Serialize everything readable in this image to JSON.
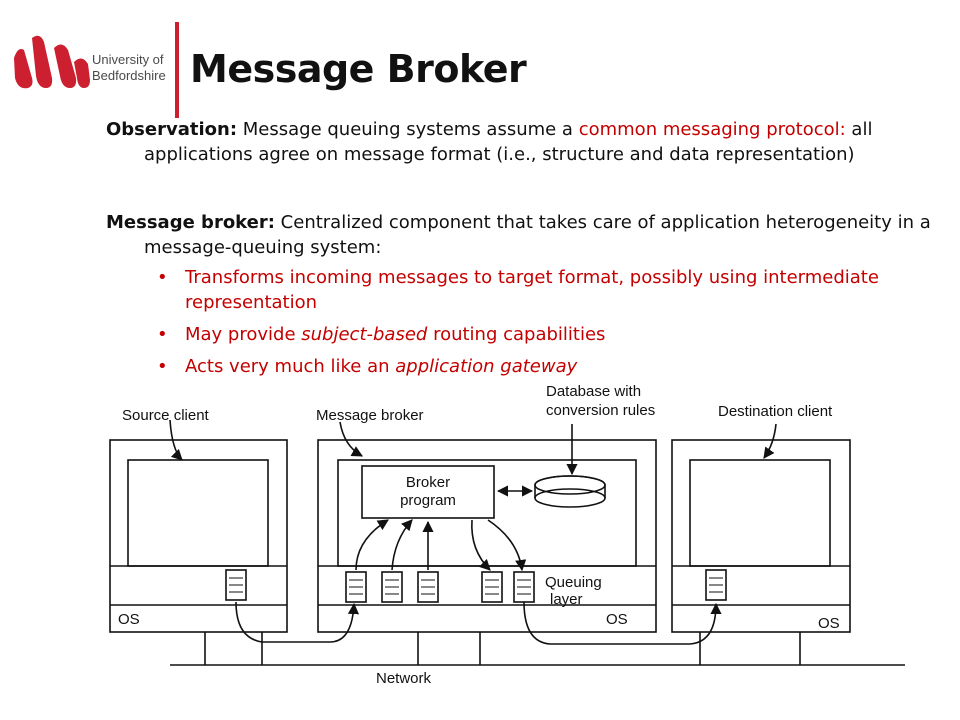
{
  "logo": {
    "line1": "University of",
    "line2": "Bedfordshire",
    "brand_color": "#cc1f2f"
  },
  "title": "Message Broker",
  "observation": {
    "label": "Observation:",
    "text1": " Message queuing systems assume a ",
    "highlight": "common messaging protocol:",
    "text2": " all applications agree on message format (i.e., structure and data representation)"
  },
  "broker": {
    "label": "Message broker:",
    "text": " Centralized component that takes care of application heterogeneity in a message-queuing system:"
  },
  "bullets": [
    {
      "text": "Transforms incoming messages to target format, possibly using intermediate representation"
    },
    {
      "pre": "May provide ",
      "em": "subject-based",
      "post": " routing capabilities"
    },
    {
      "pre": "Acts very much like an ",
      "em": "application gateway",
      "post": ""
    }
  ],
  "diagram": {
    "source_client": "Source client",
    "message_broker": "Message broker",
    "database_line1": "Database with",
    "database_line2": "conversion rules",
    "destination_client": "Destination client",
    "broker_line1": "Broker",
    "broker_line2": "program",
    "queuing_line1": "Queuing",
    "queuing_line2": "layer",
    "os": "OS",
    "network": "Network"
  },
  "colors": {
    "accent_red": "#c40000",
    "text": "#111111"
  }
}
